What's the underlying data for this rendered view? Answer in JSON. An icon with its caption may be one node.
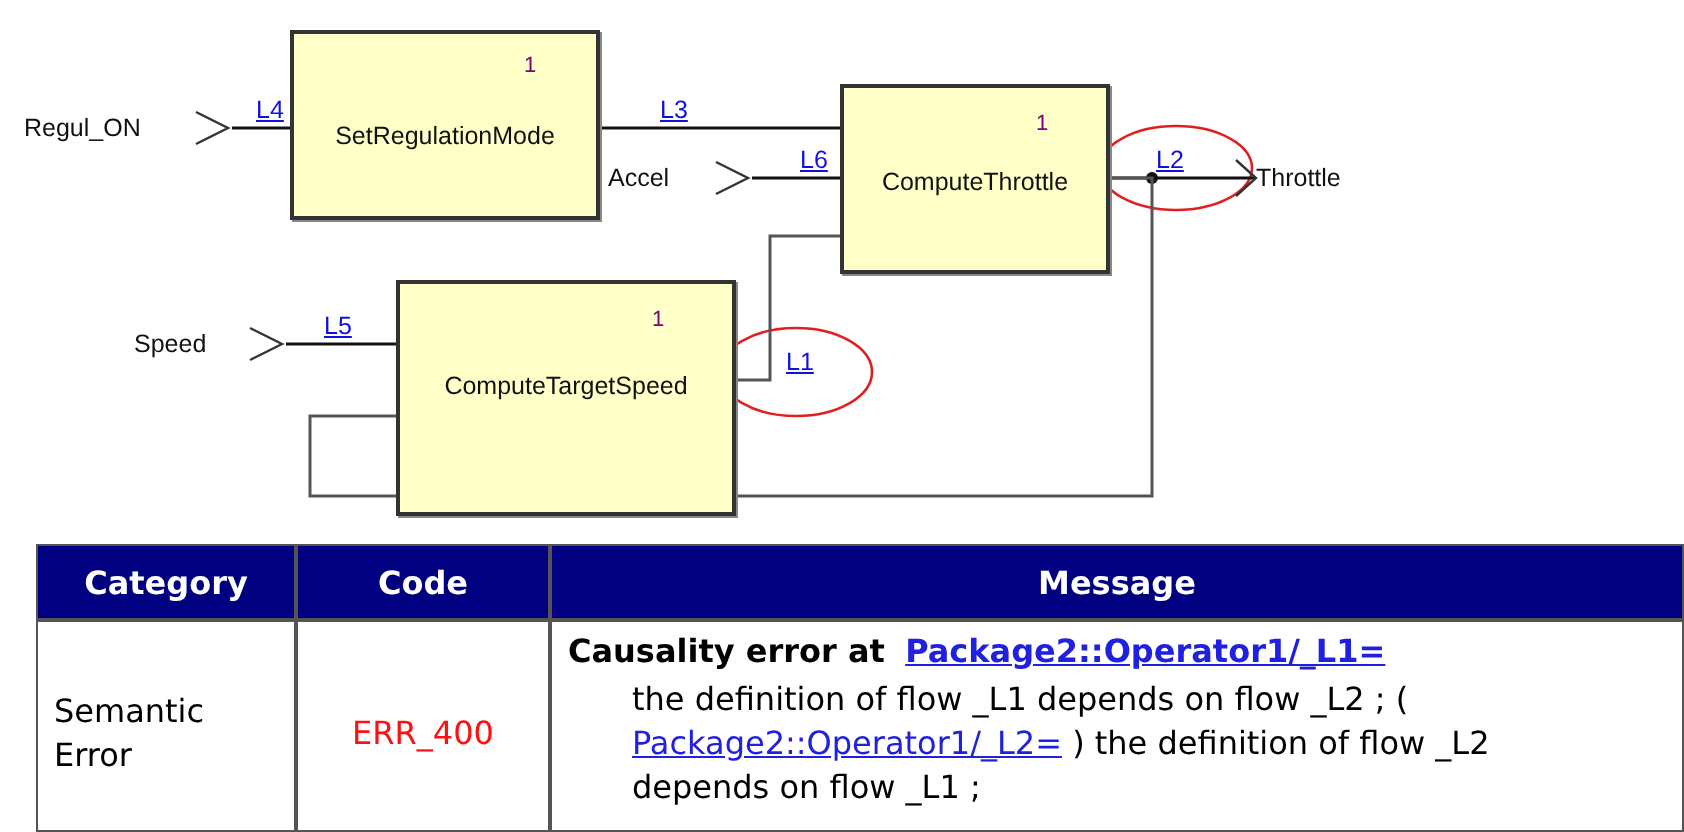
{
  "diagram": {
    "nodes": [
      {
        "text": [
          "Regul_ON"
        ]
      },
      {
        "text": [
          "1",
          "SetRegulationMode"
        ]
      },
      {
        "text": [
          "Accel"
        ]
      },
      {
        "text": [
          "1",
          "ComputeThrottle"
        ]
      },
      {
        "text": [
          "Throttle"
        ]
      },
      {
        "text": [
          "Speed"
        ]
      },
      {
        "text": [
          "1",
          "ComputeTargetSpeed"
        ]
      }
    ],
    "edges": [
      {
        "from": 0,
        "to": 1,
        "arrow": "none",
        "label": "L4"
      },
      {
        "from": 1,
        "to": 3,
        "arrow": "none",
        "label": "L3"
      },
      {
        "from": 2,
        "to": 3,
        "arrow": "none",
        "label": "L6"
      },
      {
        "from": 5,
        "to": 6,
        "arrow": "none",
        "label": "L5"
      },
      {
        "from": 6,
        "to": 3,
        "arrow": "none",
        "label": "L1"
      },
      {
        "from": 3,
        "to": 4,
        "arrow": "to",
        "label": "L2"
      },
      {
        "from": 3,
        "to": 6,
        "arrow": "none"
      }
    ],
    "labels": [
      "Category",
      "Code",
      "Message",
      "Semantic Error",
      "ERR_400",
      "Causality error at",
      "Package2::Operator1/_L1=",
      "the definition of flow _L1 depends on flow _L2 ; (",
      "Package2::Operator1/_L2=",
      ") the definition of flow _L2 depends on flow _L1 ;"
    ]
  }
}
